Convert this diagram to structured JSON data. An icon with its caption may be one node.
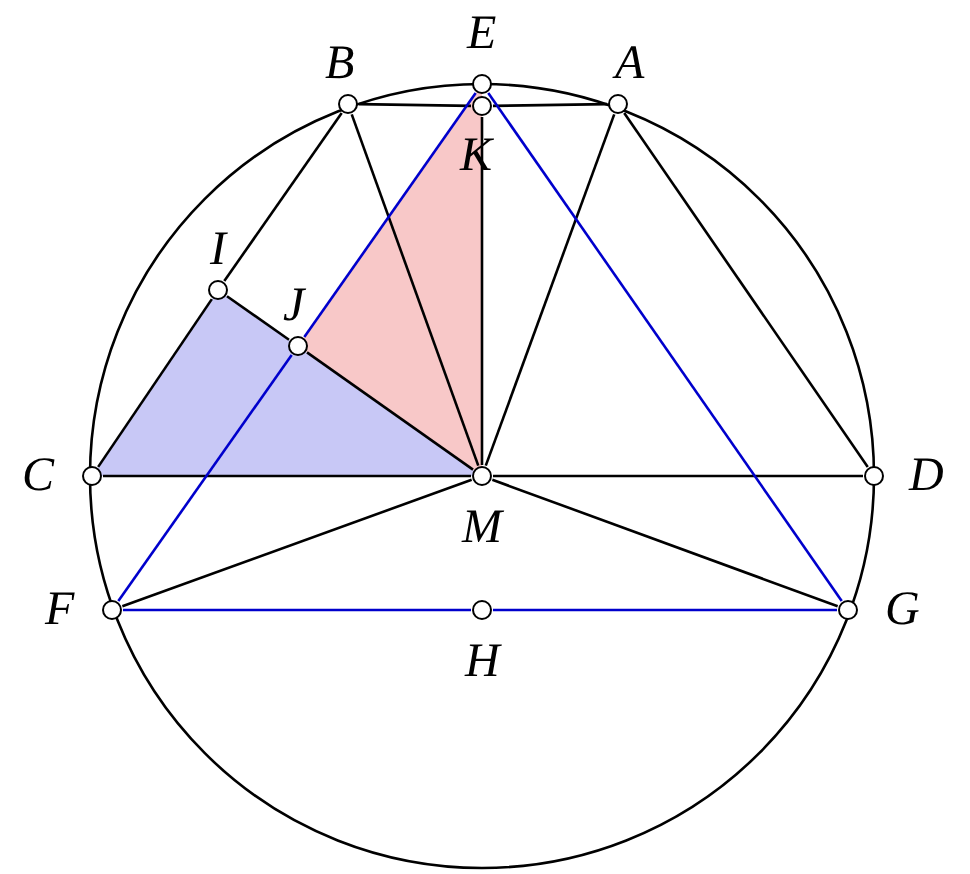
{
  "diagram": {
    "nodes": [
      {
        "text": [],
        "shape": "circle",
        "beside": [
          "E"
        ]
      },
      {
        "text": [],
        "shape": "circle",
        "beside": [
          "B"
        ]
      },
      {
        "text": [],
        "shape": "circle",
        "beside": [
          "A"
        ]
      },
      {
        "text": [],
        "shape": "circle",
        "beside": [
          "K"
        ]
      },
      {
        "text": [],
        "shape": "circle",
        "beside": [
          "I"
        ]
      },
      {
        "text": [],
        "shape": "circle",
        "beside": [
          "J"
        ]
      },
      {
        "text": [],
        "shape": "circle",
        "beside": [
          "C"
        ]
      },
      {
        "text": [],
        "shape": "circle",
        "beside": [
          "M"
        ]
      },
      {
        "text": [],
        "shape": "circle",
        "beside": [
          "D"
        ]
      },
      {
        "text": [],
        "shape": "circle",
        "beside": [
          "F"
        ]
      },
      {
        "text": [],
        "shape": "circle",
        "beside": [
          "H"
        ]
      },
      {
        "text": [],
        "shape": "circle",
        "beside": [
          "G"
        ]
      }
    ],
    "edges": [
      {
        "from": 1,
        "to": 3,
        "arrow": "none"
      },
      {
        "from": 3,
        "to": 2,
        "arrow": "none"
      },
      {
        "from": 1,
        "to": 4,
        "arrow": "none"
      },
      {
        "from": 4,
        "to": 6,
        "arrow": "none"
      },
      {
        "from": 4,
        "to": 5,
        "arrow": "none"
      },
      {
        "from": 5,
        "to": 7,
        "arrow": "none"
      },
      {
        "from": 1,
        "to": 7,
        "arrow": "none"
      },
      {
        "from": 2,
        "to": 7,
        "arrow": "none"
      },
      {
        "from": 2,
        "to": 8,
        "arrow": "none"
      },
      {
        "from": 6,
        "to": 7,
        "arrow": "none"
      },
      {
        "from": 7,
        "to": 8,
        "arrow": "none"
      },
      {
        "from": 3,
        "to": 7,
        "arrow": "none"
      },
      {
        "from": 9,
        "to": 7,
        "arrow": "none"
      },
      {
        "from": 11,
        "to": 7,
        "arrow": "none"
      },
      {
        "from": 0,
        "to": 5,
        "arrow": "none",
        "color": "#0000cc"
      },
      {
        "from": 5,
        "to": 9,
        "arrow": "none",
        "color": "#0000cc"
      },
      {
        "from": 0,
        "to": 11,
        "arrow": "none",
        "color": "#0000cc"
      },
      {
        "from": 9,
        "to": 10,
        "arrow": "none",
        "color": "#0000cc"
      },
      {
        "from": 10,
        "to": 11,
        "arrow": "none",
        "color": "#0000cc"
      }
    ]
  }
}
